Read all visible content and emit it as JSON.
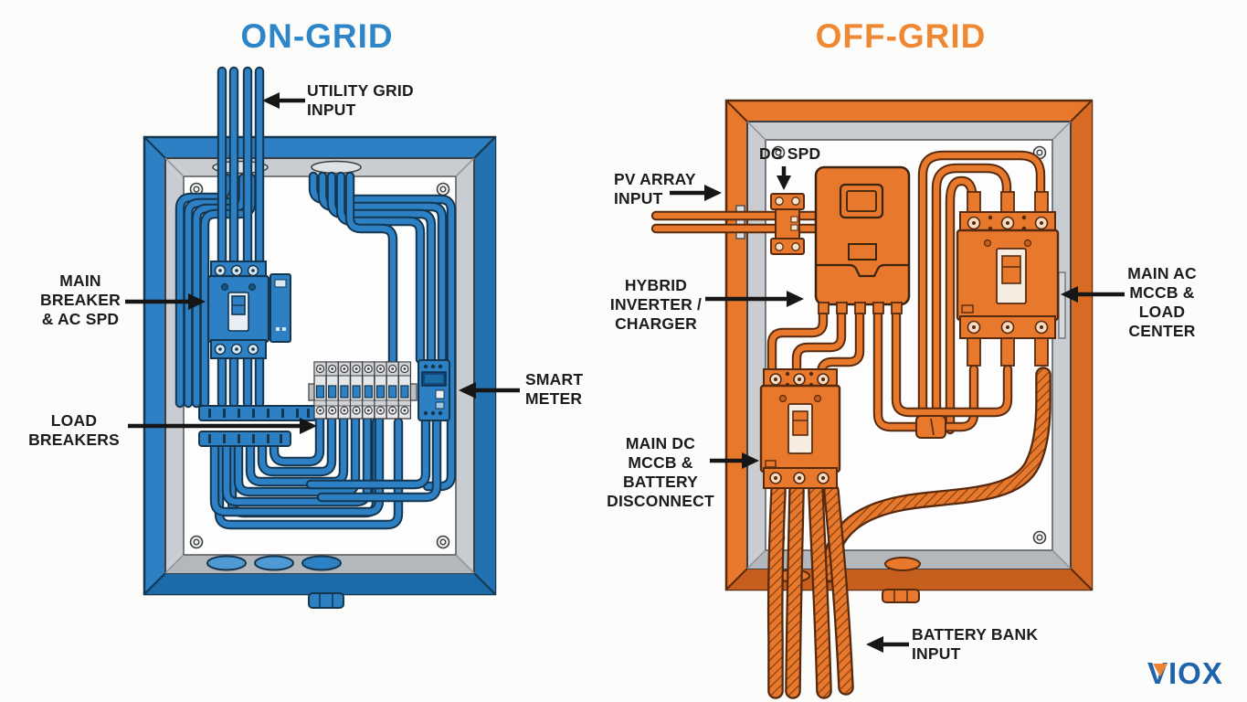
{
  "titles": {
    "on_grid": "ON-GRID",
    "off_grid": "OFF-GRID"
  },
  "colors": {
    "on_grid_accent": "#2e86c8",
    "off_grid_accent": "#ee8833",
    "wire_blue": "#2d80c3",
    "wire_orange": "#e8782c",
    "panel_bevel_gray": "#c9ccd0",
    "label_text": "#1c1c1c",
    "logo_blue": "#1e63ac",
    "logo_orange": "#ef832f"
  },
  "on_grid": {
    "title": "ON-GRID",
    "labels": {
      "utility_grid_input": "UTILITY GRID\nINPUT",
      "main_breaker": "MAIN\nBREAKER\n& AC SPD",
      "load_breakers": "LOAD\nBREAKERS",
      "smart_meter": "SMART\nMETER"
    }
  },
  "off_grid": {
    "title": "OFF-GRID",
    "labels": {
      "dc_spd": "DC SPD",
      "pv_array_input": "PV ARRAY\nINPUT",
      "hybrid_inverter": "HYBRID\nINVERTER /\nCHARGER",
      "main_ac_mccb": "MAIN AC\nMCCB &\nLOAD\nCENTER",
      "main_dc_mccb": "MAIN DC\nMCCB &\nBATTERY\nDISCONNECT",
      "battery_bank_input": "BATTERY BANK\nINPUT"
    }
  },
  "logo": {
    "text": "VIOX"
  }
}
